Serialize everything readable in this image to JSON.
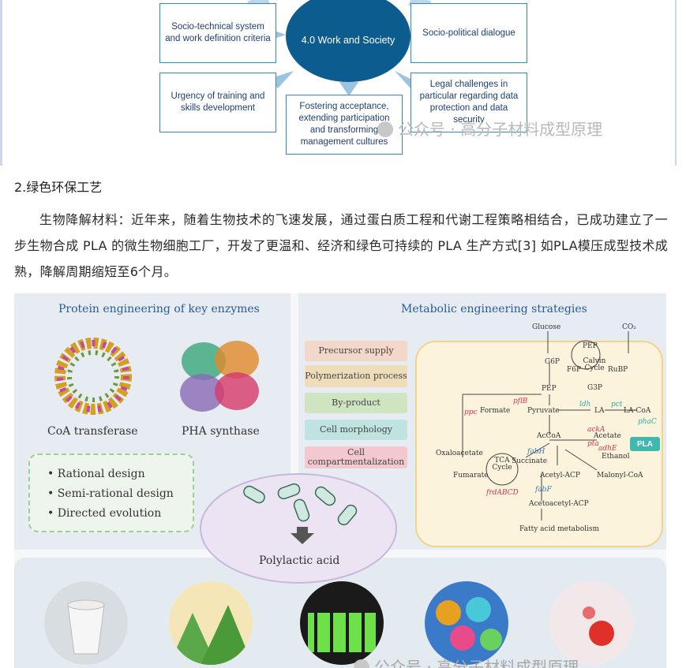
{
  "diagram": {
    "center": "4.0 Work and Society",
    "boxes": {
      "socio_technical": "Socio-technical system and work definition criteria",
      "socio_political": "Socio-political dialogue",
      "urgency_training": "Urgency of training and skills development",
      "legal_challenges": "Legal challenges in particular regarding data protection and data security",
      "fostering": "Fostering acceptance, extending participation and transforming management cultures"
    }
  },
  "watermark": "公众号 · 高分子材料成型原理",
  "section_title": "2.绿色环保工艺",
  "paragraph": "生物降解材料：近年来，随着生物技术的飞速发展，通过蛋白质工程和代谢工程策略相结合，已成功建立了一步生物合成 PLA 的微生物细胞工厂，开发了更温和、经济和绿色可持续的 PLA 生产方式[3] 如PLA模压成型技术成熟，降解周期缩短至6个月。",
  "figure": {
    "left_title": "Protein engineering of key enzymes",
    "enzymes": [
      "CoA transferase",
      "PHA synthase"
    ],
    "design_items": [
      "Rational design",
      "Semi-rational design",
      "Directed evolution"
    ],
    "right_title": "Metabolic engineering strategies",
    "strategies": [
      "Precursor supply",
      "Polymerization process",
      "By-product",
      "Cell morphology",
      "Cell compartmentalization"
    ],
    "pathway": {
      "glucose": "Glucose",
      "co2": "CO₂",
      "pep_top": "PEP",
      "g6p": "G6P",
      "f6p": "F6P",
      "calvin": "Calvin Cycle",
      "rubp": "RuBP",
      "g3p": "G3P",
      "pep": "PEP",
      "pyruvate": "Pyruvate",
      "formate": "Formate",
      "la": "LA",
      "la_coa": "LA-CoA",
      "acetate": "Acetate",
      "ethanol": "Ethanol",
      "accoa": "AcCoA",
      "oxaloacetate": "Oxaloacetate",
      "tca": "TCA Cycle",
      "succinate": "Succinate",
      "fumarate": "Fumarate",
      "acetyl_acp": "Acetyl-ACP",
      "malonyl_coa": "Malonyl-CoA",
      "acetoacetyl_acp": "Acetoacetyl-ACP",
      "fatty_acid": "Fatty acid metabolism",
      "pla": "PLA",
      "genes": {
        "ppc": "ppc",
        "pflB": "pflB",
        "ldh": "ldh",
        "pct": "pct",
        "phaC": "phaC",
        "ackA": "ackA",
        "pta": "pta",
        "adhE": "adhE",
        "fabH": "fabH",
        "fabF": "fabF",
        "frdABCD": "frdABCD"
      }
    },
    "product_label": "Polylactic acid"
  },
  "colors": {
    "diagram_blue": "#0d5c8f",
    "box_border": "#2f8bbf",
    "gene_red": "#d9324a",
    "gene_teal": "#2aa9a0"
  }
}
